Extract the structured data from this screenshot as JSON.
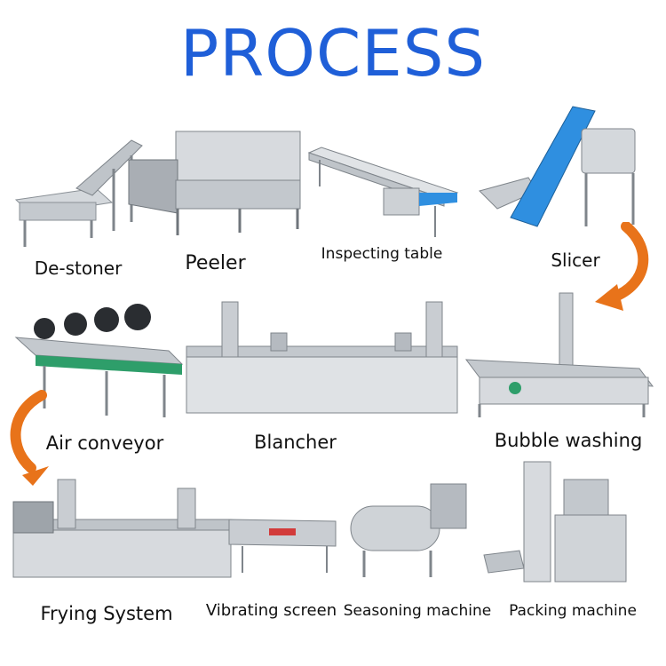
{
  "title": "PROCESS",
  "steps": [
    {
      "label": "De-stoner",
      "icon": "destoner-machine-icon"
    },
    {
      "label": "Peeler",
      "icon": "peeler-machine-icon"
    },
    {
      "label": "Inspecting table",
      "icon": "inspecting-table-icon"
    },
    {
      "label": "Slicer",
      "icon": "slicer-machine-icon"
    },
    {
      "label": "Air conveyor",
      "icon": "air-conveyor-icon"
    },
    {
      "label": "Blancher",
      "icon": "blancher-machine-icon"
    },
    {
      "label": "Bubble washing",
      "icon": "bubble-washing-machine-icon"
    },
    {
      "label": "Frying System",
      "icon": "frying-system-icon"
    },
    {
      "label": "Vibrating screen",
      "icon": "vibrating-screen-icon"
    },
    {
      "label": "Seasoning machine",
      "icon": "seasoning-machine-icon"
    },
    {
      "label": "Packing machine",
      "icon": "packing-machine-icon"
    }
  ],
  "colors": {
    "title": "#1f5fd8",
    "arrow": "#e8731a",
    "steel": "#c9cdd2",
    "conveyor_blue": "#2f8fe0"
  }
}
